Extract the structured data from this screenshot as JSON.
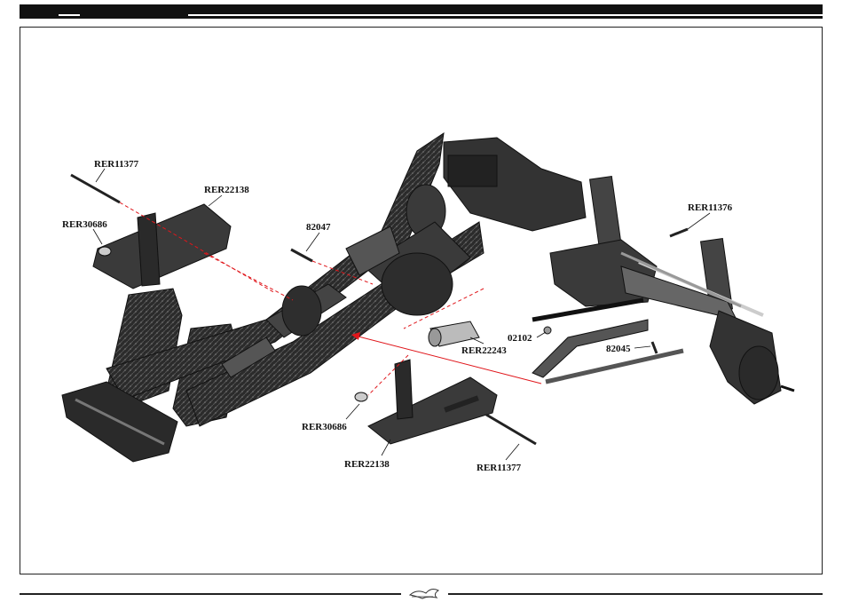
{
  "header": {
    "bar": "black-header-bar"
  },
  "parts": [
    {
      "id": "p1",
      "number": "RER11377"
    },
    {
      "id": "p2",
      "number": "RER22138"
    },
    {
      "id": "p3",
      "number": "RER30686"
    },
    {
      "id": "p4",
      "number": "82047"
    },
    {
      "id": "p5",
      "number": "RER11376"
    },
    {
      "id": "p6",
      "number": "02102"
    },
    {
      "id": "p7",
      "number": "RER22243"
    },
    {
      "id": "p8",
      "number": "82045"
    },
    {
      "id": "p9",
      "number": "RER30686"
    },
    {
      "id": "p10",
      "number": "RER22138"
    },
    {
      "id": "p11",
      "number": "RER11377"
    }
  ],
  "footer": {
    "logo": "redcat-logo-icon"
  },
  "colors": {
    "line": "#222222",
    "leader_red": "#e0161b",
    "part_dark": "#3a3a3a",
    "part_light": "#8c8c8c"
  }
}
